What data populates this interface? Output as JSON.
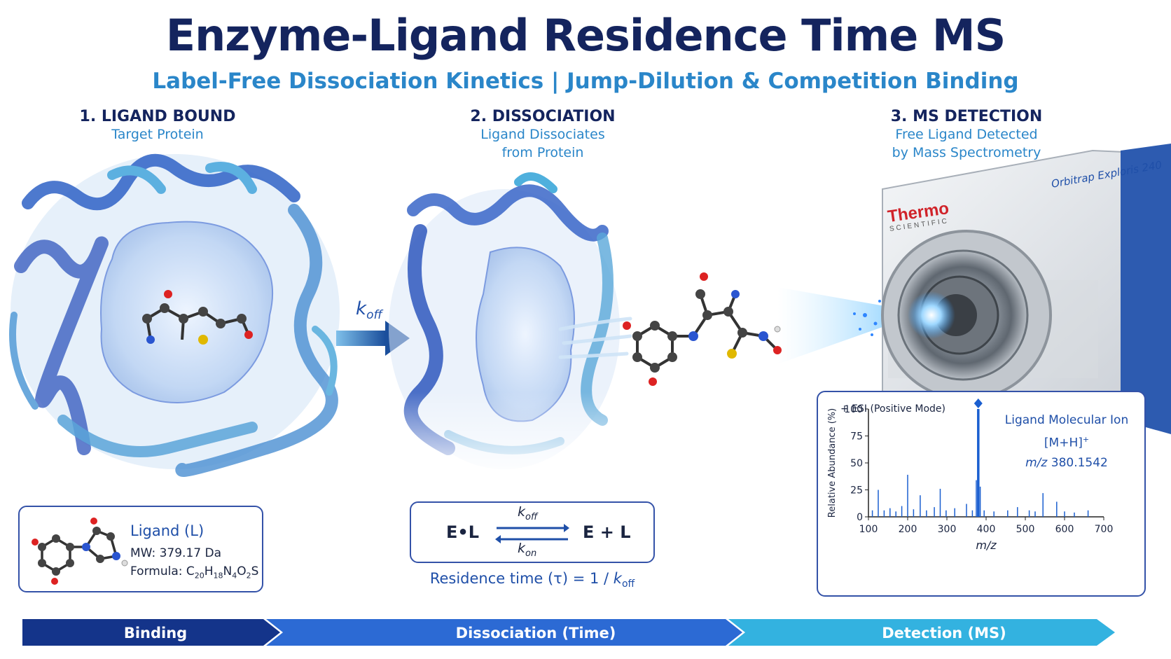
{
  "title": "Enzyme-Ligand Residence Time MS",
  "subtitle": "Label-Free Dissociation Kinetics  |  Jump-Dilution & Competition Binding",
  "steps": [
    {
      "heading": "1. LIGAND BOUND",
      "sub1": "Target Protein",
      "sub2": ""
    },
    {
      "heading": "2. DISSOCIATION",
      "sub1": "Ligand Dissociates",
      "sub2": "from Protein"
    },
    {
      "heading": "3. MS DETECTION",
      "sub1": "Free Ligand Detected",
      "sub2": "by Mass Spectrometry"
    }
  ],
  "koff_arrow": {
    "k": "k",
    "sub": "off"
  },
  "ligand_card": {
    "name": "Ligand (L)",
    "mw": "MW: 379.17 Da",
    "formula_prefix": "Formula: C",
    "formula_parts": [
      "20",
      "H",
      "18",
      "N",
      "4",
      "O",
      "2",
      "S"
    ]
  },
  "equilibrium": {
    "left": "E•L",
    "right": "E + L",
    "koff": {
      "k": "k",
      "sub": "off"
    },
    "kon": {
      "k": "k",
      "sub": "on"
    },
    "residence_prefix": "Residence time (τ) = 1 / ",
    "residence_k": "k",
    "residence_sub": "off"
  },
  "instrument": {
    "brand": "Thermo",
    "brand_sub": "SCIENTIFIC",
    "model": "Orbitrap Exploris 240"
  },
  "spectrum": {
    "mode": "+ ESI (Positive Mode)",
    "peak_label_1": "Ligand Molecular Ion",
    "peak_label_2": "[M+H]",
    "peak_label_2_sup": "+",
    "peak_label_3_italic": "m/z",
    "peak_label_3_value": "380.1542"
  },
  "chart_data": {
    "type": "bar",
    "xlabel": "m/z",
    "ylabel": "Relative Abundance (%)",
    "xlim": [
      100,
      700
    ],
    "ylim": [
      0,
      100
    ],
    "xticks": [
      100,
      200,
      300,
      400,
      500,
      600,
      700
    ],
    "yticks": [
      0,
      25,
      50,
      75,
      100
    ],
    "peaks": [
      {
        "x": 110,
        "y": 6
      },
      {
        "x": 125,
        "y": 25
      },
      {
        "x": 140,
        "y": 6
      },
      {
        "x": 155,
        "y": 8
      },
      {
        "x": 170,
        "y": 5
      },
      {
        "x": 185,
        "y": 10
      },
      {
        "x": 200,
        "y": 39
      },
      {
        "x": 215,
        "y": 7
      },
      {
        "x": 232,
        "y": 20
      },
      {
        "x": 248,
        "y": 6
      },
      {
        "x": 268,
        "y": 9
      },
      {
        "x": 283,
        "y": 26
      },
      {
        "x": 298,
        "y": 6
      },
      {
        "x": 320,
        "y": 8
      },
      {
        "x": 350,
        "y": 12
      },
      {
        "x": 365,
        "y": 6
      },
      {
        "x": 375,
        "y": 34
      },
      {
        "x": 380,
        "y": 100
      },
      {
        "x": 385,
        "y": 28
      },
      {
        "x": 395,
        "y": 6
      },
      {
        "x": 420,
        "y": 5
      },
      {
        "x": 455,
        "y": 6
      },
      {
        "x": 480,
        "y": 9
      },
      {
        "x": 510,
        "y": 6
      },
      {
        "x": 525,
        "y": 5
      },
      {
        "x": 545,
        "y": 22
      },
      {
        "x": 580,
        "y": 14
      },
      {
        "x": 600,
        "y": 5
      },
      {
        "x": 625,
        "y": 4
      },
      {
        "x": 660,
        "y": 6
      }
    ],
    "colors": {
      "bars": "#1a5fd0",
      "axis": "#222222"
    }
  },
  "process_bar": [
    {
      "label": "Binding",
      "color": "#14348a"
    },
    {
      "label": "Dissociation (Time)",
      "color": "#2c6ad4"
    },
    {
      "label": "Detection (MS)",
      "color": "#33b2e0"
    }
  ]
}
